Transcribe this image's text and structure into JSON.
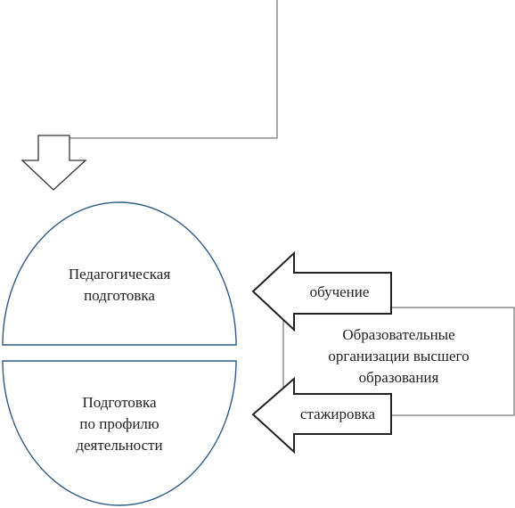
{
  "diagram": {
    "pedagogical": {
      "line1": "Педагогическая",
      "line2": "подготовка"
    },
    "profile": {
      "line1": "Подготовка",
      "line2": "по профилю",
      "line3": "деятельности"
    },
    "institutions": {
      "line1": "Образовательные",
      "line2": "организации высшего",
      "line3": "образования"
    },
    "arrow_training": "обучение",
    "arrow_internship": "стажировка"
  },
  "colors": {
    "ellipse_stroke": "#2f5b86",
    "line_stroke": "#555555",
    "text": "#222222"
  }
}
